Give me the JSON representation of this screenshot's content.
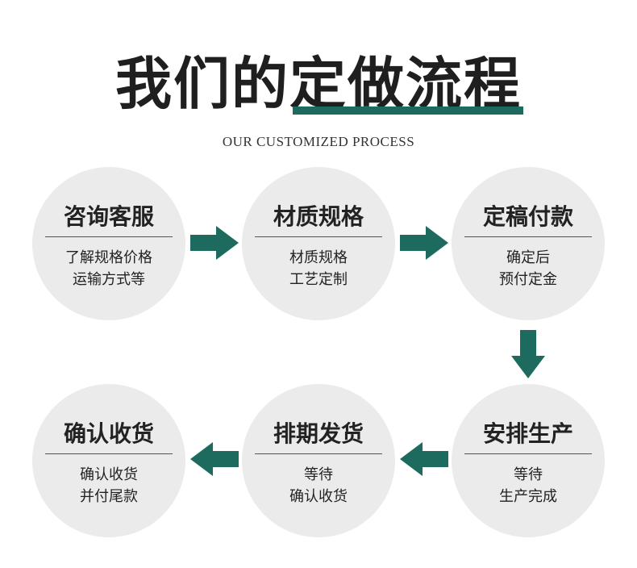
{
  "title": "我们的定做流程",
  "subtitle": "OUR CUSTOMIZED PROCESS",
  "accent_color": "#1d6b5e",
  "steps": [
    {
      "title": "咨询客服",
      "line1": "了解规格价格",
      "line2": "运输方式等"
    },
    {
      "title": "材质规格",
      "line1": "材质规格",
      "line2": "工艺定制"
    },
    {
      "title": "定稿付款",
      "line1": "确定后",
      "line2": "预付定金"
    },
    {
      "title": "安排生产",
      "line1": "等待",
      "line2": "生产完成"
    },
    {
      "title": "排期发货",
      "line1": "等待",
      "line2": "确认收货"
    },
    {
      "title": "确认收货",
      "line1": "确认收货",
      "line2": "并付尾款"
    }
  ],
  "arrows": [
    "arrow-right",
    "arrow-right",
    "arrow-down",
    "arrow-left",
    "arrow-left"
  ]
}
